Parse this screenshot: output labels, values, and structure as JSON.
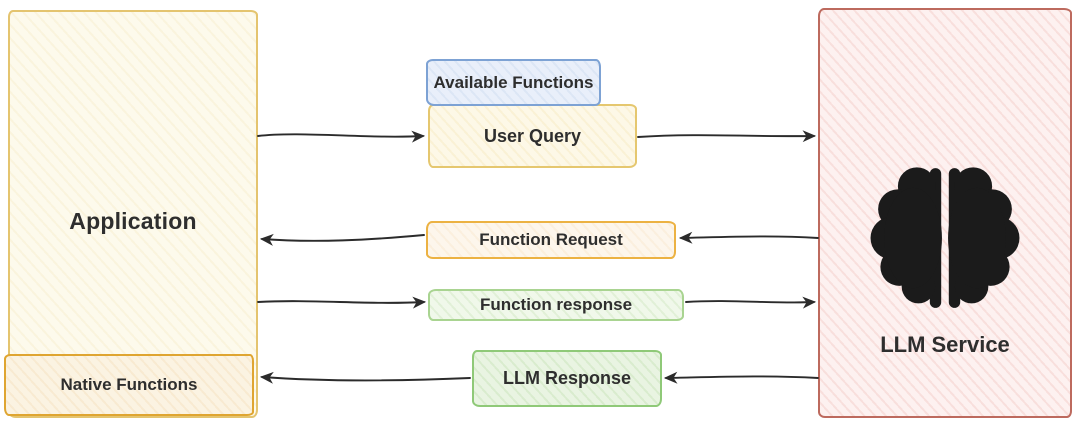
{
  "nodes": {
    "application": {
      "label": "Application"
    },
    "native_functions": {
      "label": "Native Functions"
    },
    "llm_service": {
      "label": "LLM Service",
      "icon": "brain-icon"
    }
  },
  "messages": {
    "available_functions": {
      "label": "Available Functions"
    },
    "user_query": {
      "label": "User Query"
    },
    "function_request": {
      "label": "Function Request"
    },
    "function_response": {
      "label": "Function response"
    },
    "llm_response": {
      "label": "LLM Response"
    }
  },
  "flows": [
    {
      "from": "application",
      "via": "user_query",
      "to": "llm_service",
      "direction": "right"
    },
    {
      "from": "llm_service",
      "via": "function_request",
      "to": "application",
      "direction": "left"
    },
    {
      "from": "application",
      "via": "function_response",
      "to": "llm_service",
      "direction": "right"
    },
    {
      "from": "llm_service",
      "via": "llm_response",
      "to": "native_functions",
      "direction": "left"
    }
  ],
  "colors": {
    "application_border": "#e4c46f",
    "application_fill": "#fdfaec",
    "native_border": "#dfa531",
    "native_fill": "#fbf3e2",
    "available_border": "#7da2d4",
    "available_fill": "#e9effa",
    "user_query_border": "#e5c76f",
    "user_query_fill": "#fdf8e7",
    "function_request_border": "#ecb243",
    "function_request_fill": "#fdf6ec",
    "function_response_border": "#a9d491",
    "function_response_fill": "#f0f8ea",
    "llm_response_border": "#8fc978",
    "llm_response_fill": "#e9f4e2",
    "llm_service_border": "#bd6a5e",
    "llm_service_fill": "#fdf1f0",
    "arrow": "#2b2b2b",
    "brain": "#1b1b1b",
    "text": "#2e2e2e"
  }
}
